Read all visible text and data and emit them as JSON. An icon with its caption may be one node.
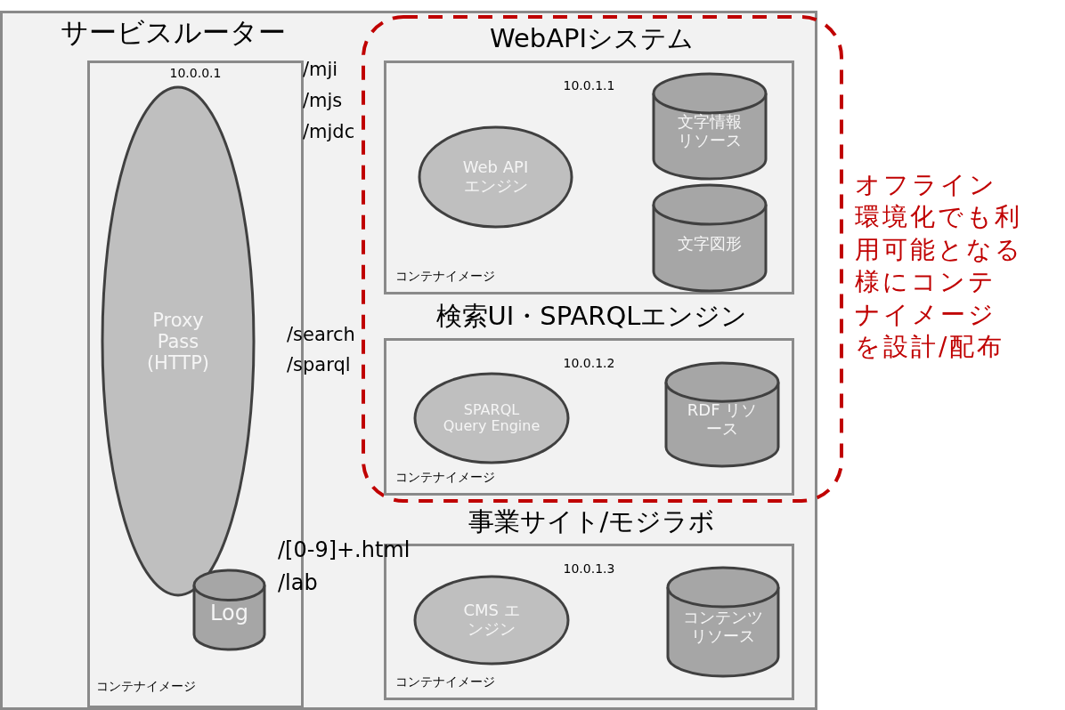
{
  "diagram": {
    "nodes": [
      {
        "text": [
          "サービスルーター"
        ]
      },
      {
        "text": [
          "10.0.0.1",
          "コンテナイメージ"
        ],
        "in": 0
      },
      {
        "text": [
          "Proxy Pass (HTTP)"
        ],
        "in": 1
      },
      {
        "text": [
          "Log"
        ],
        "in": 1
      },
      {
        "text": [
          "WebAPIシステム",
          "10.0.1.1",
          "コンテナイメージ"
        ],
        "in": 14
      },
      {
        "text": [
          "Web API エンジン"
        ],
        "in": 4
      },
      {
        "text": [
          "文字情報リソース"
        ],
        "in": 4
      },
      {
        "text": [
          "文字図形"
        ],
        "in": 4
      },
      {
        "text": [
          "検索UI・SPARQLエンジン",
          "10.0.1.2",
          "コンテナイメージ"
        ],
        "in": 14
      },
      {
        "text": [
          "SPARQL Query Engine"
        ],
        "in": 8
      },
      {
        "text": [
          "RDF リソース"
        ],
        "in": 8
      },
      {
        "text": [
          "事業サイト/モジラボ",
          "10.0.1.3",
          "コンテナイメージ"
        ],
        "in": 0
      },
      {
        "text": [
          "CMS エンジン"
        ],
        "in": 11
      },
      {
        "text": [
          "コンテンツリソース"
        ],
        "in": 11
      },
      {
        "text": [],
        "shape": "box",
        "in": 0,
        "beside": [
          "オフライン環境化でも利用可能となる様にコンテナイメージを設計/配布"
        ]
      }
    ],
    "labels": [
      "/mji",
      "/mjs",
      "/mjdc",
      "/search",
      "/sparql",
      "/[0-9]+.html",
      "/lab"
    ]
  }
}
